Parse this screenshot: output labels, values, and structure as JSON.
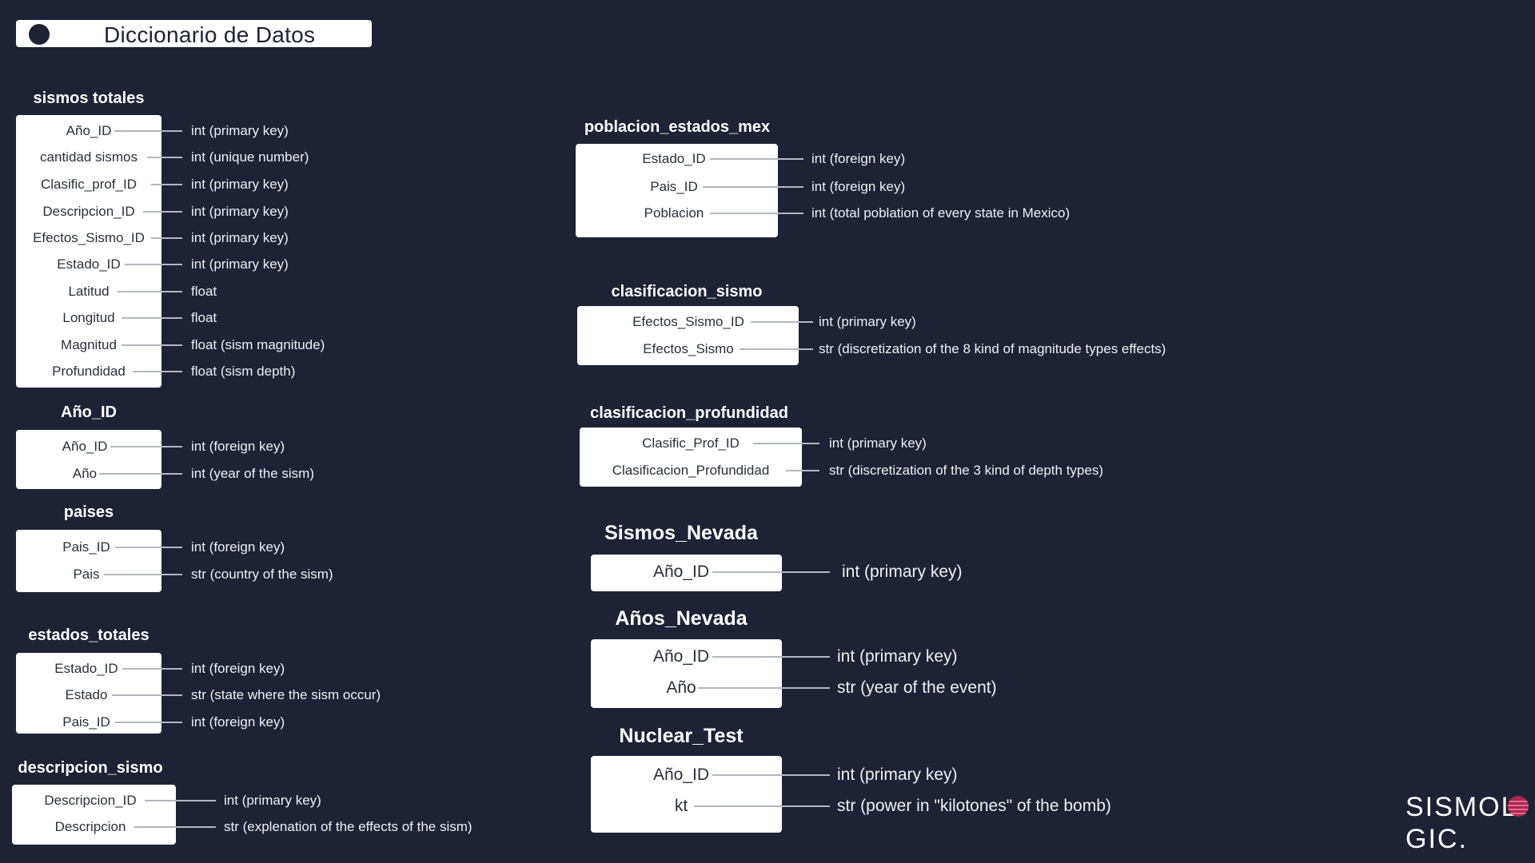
{
  "header": {
    "title": "Diccionario de Datos"
  },
  "tables": [
    {
      "name": "sismos totales",
      "fields": [
        {
          "field": "Año_ID",
          "desc": "int (primary key)"
        },
        {
          "field": "cantidad sismos",
          "desc": "int (unique number)"
        },
        {
          "field": "Clasific_prof_ID",
          "desc": "int (primary key)"
        },
        {
          "field": "Descripcion_ID",
          "desc": "int  (primary key)"
        },
        {
          "field": "Efectos_Sismo_ID",
          "desc": "int  (primary key)"
        },
        {
          "field": "Estado_ID",
          "desc": "int  (primary key)"
        },
        {
          "field": "Latitud",
          "desc": "float"
        },
        {
          "field": "Longitud",
          "desc": "float"
        },
        {
          "field": "Magnitud",
          "desc": "float (sism magnitude)"
        },
        {
          "field": "Profundidad",
          "desc": "float (sism depth)"
        }
      ]
    },
    {
      "name": "Año_ID",
      "fields": [
        {
          "field": "Año_ID",
          "desc": "int (foreign key)"
        },
        {
          "field": "Año",
          "desc": "int (year of the sism)"
        }
      ]
    },
    {
      "name": "paises",
      "fields": [
        {
          "field": "Pais_ID",
          "desc": "int (foreign key)"
        },
        {
          "field": "Pais",
          "desc": "str (country of the sism)"
        }
      ]
    },
    {
      "name": "estados_totales",
      "fields": [
        {
          "field": "Estado_ID",
          "desc": "int (foreign key)"
        },
        {
          "field": "Estado",
          "desc": "str (state where the sism occur)"
        },
        {
          "field": "Pais_ID",
          "desc": "int (foreign key)"
        }
      ]
    },
    {
      "name": "descripcion_sismo",
      "fields": [
        {
          "field": "Descripcion_ID",
          "desc": "int (primary key)"
        },
        {
          "field": "Descripcion",
          "desc": "str (explenation of the effects of the sism)"
        }
      ]
    },
    {
      "name": "poblacion_estados_mex",
      "fields": [
        {
          "field": "Estado_ID",
          "desc": "int (foreign key)"
        },
        {
          "field": "Pais_ID",
          "desc": "int (foreign key)"
        },
        {
          "field": "Poblacion",
          "desc": "int (total poblation of every state in Mexico)"
        }
      ]
    },
    {
      "name": "clasificacion_sismo",
      "fields": [
        {
          "field": "Efectos_Sismo_ID",
          "desc": "int (primary key)"
        },
        {
          "field": "Efectos_Sismo",
          "desc": "str (discretization of the 8 kind of magnitude types effects)"
        }
      ]
    },
    {
      "name": "clasificacion_profundidad",
      "fields": [
        {
          "field": "Clasific_Prof_ID",
          "desc": "int (primary key)"
        },
        {
          "field": "Clasificacion_Profundidad",
          "desc": "str (discretization of the 3 kind of depth types)"
        }
      ]
    },
    {
      "name": "Sismos_Nevada",
      "fields": [
        {
          "field": "Año_ID",
          "desc": "int (primary key)"
        }
      ]
    },
    {
      "name": "Años_Nevada",
      "fields": [
        {
          "field": "Año_ID",
          "desc": "int (primary key)"
        },
        {
          "field": "Año",
          "desc": "str (year of the event)"
        }
      ]
    },
    {
      "name": "Nuclear_Test",
      "fields": [
        {
          "field": "Año_ID",
          "desc": "int (primary key)"
        },
        {
          "field": "kt",
          "desc": "str (power in \"kilotones\" of the bomb)"
        }
      ]
    }
  ],
  "logo": {
    "line1": "SISMOL",
    "line2": "GIC."
  },
  "colors": {
    "background": "#1d2334",
    "box": "#ffffff",
    "connector": "#b3b7bf",
    "logo_icon": "#a8294e"
  }
}
